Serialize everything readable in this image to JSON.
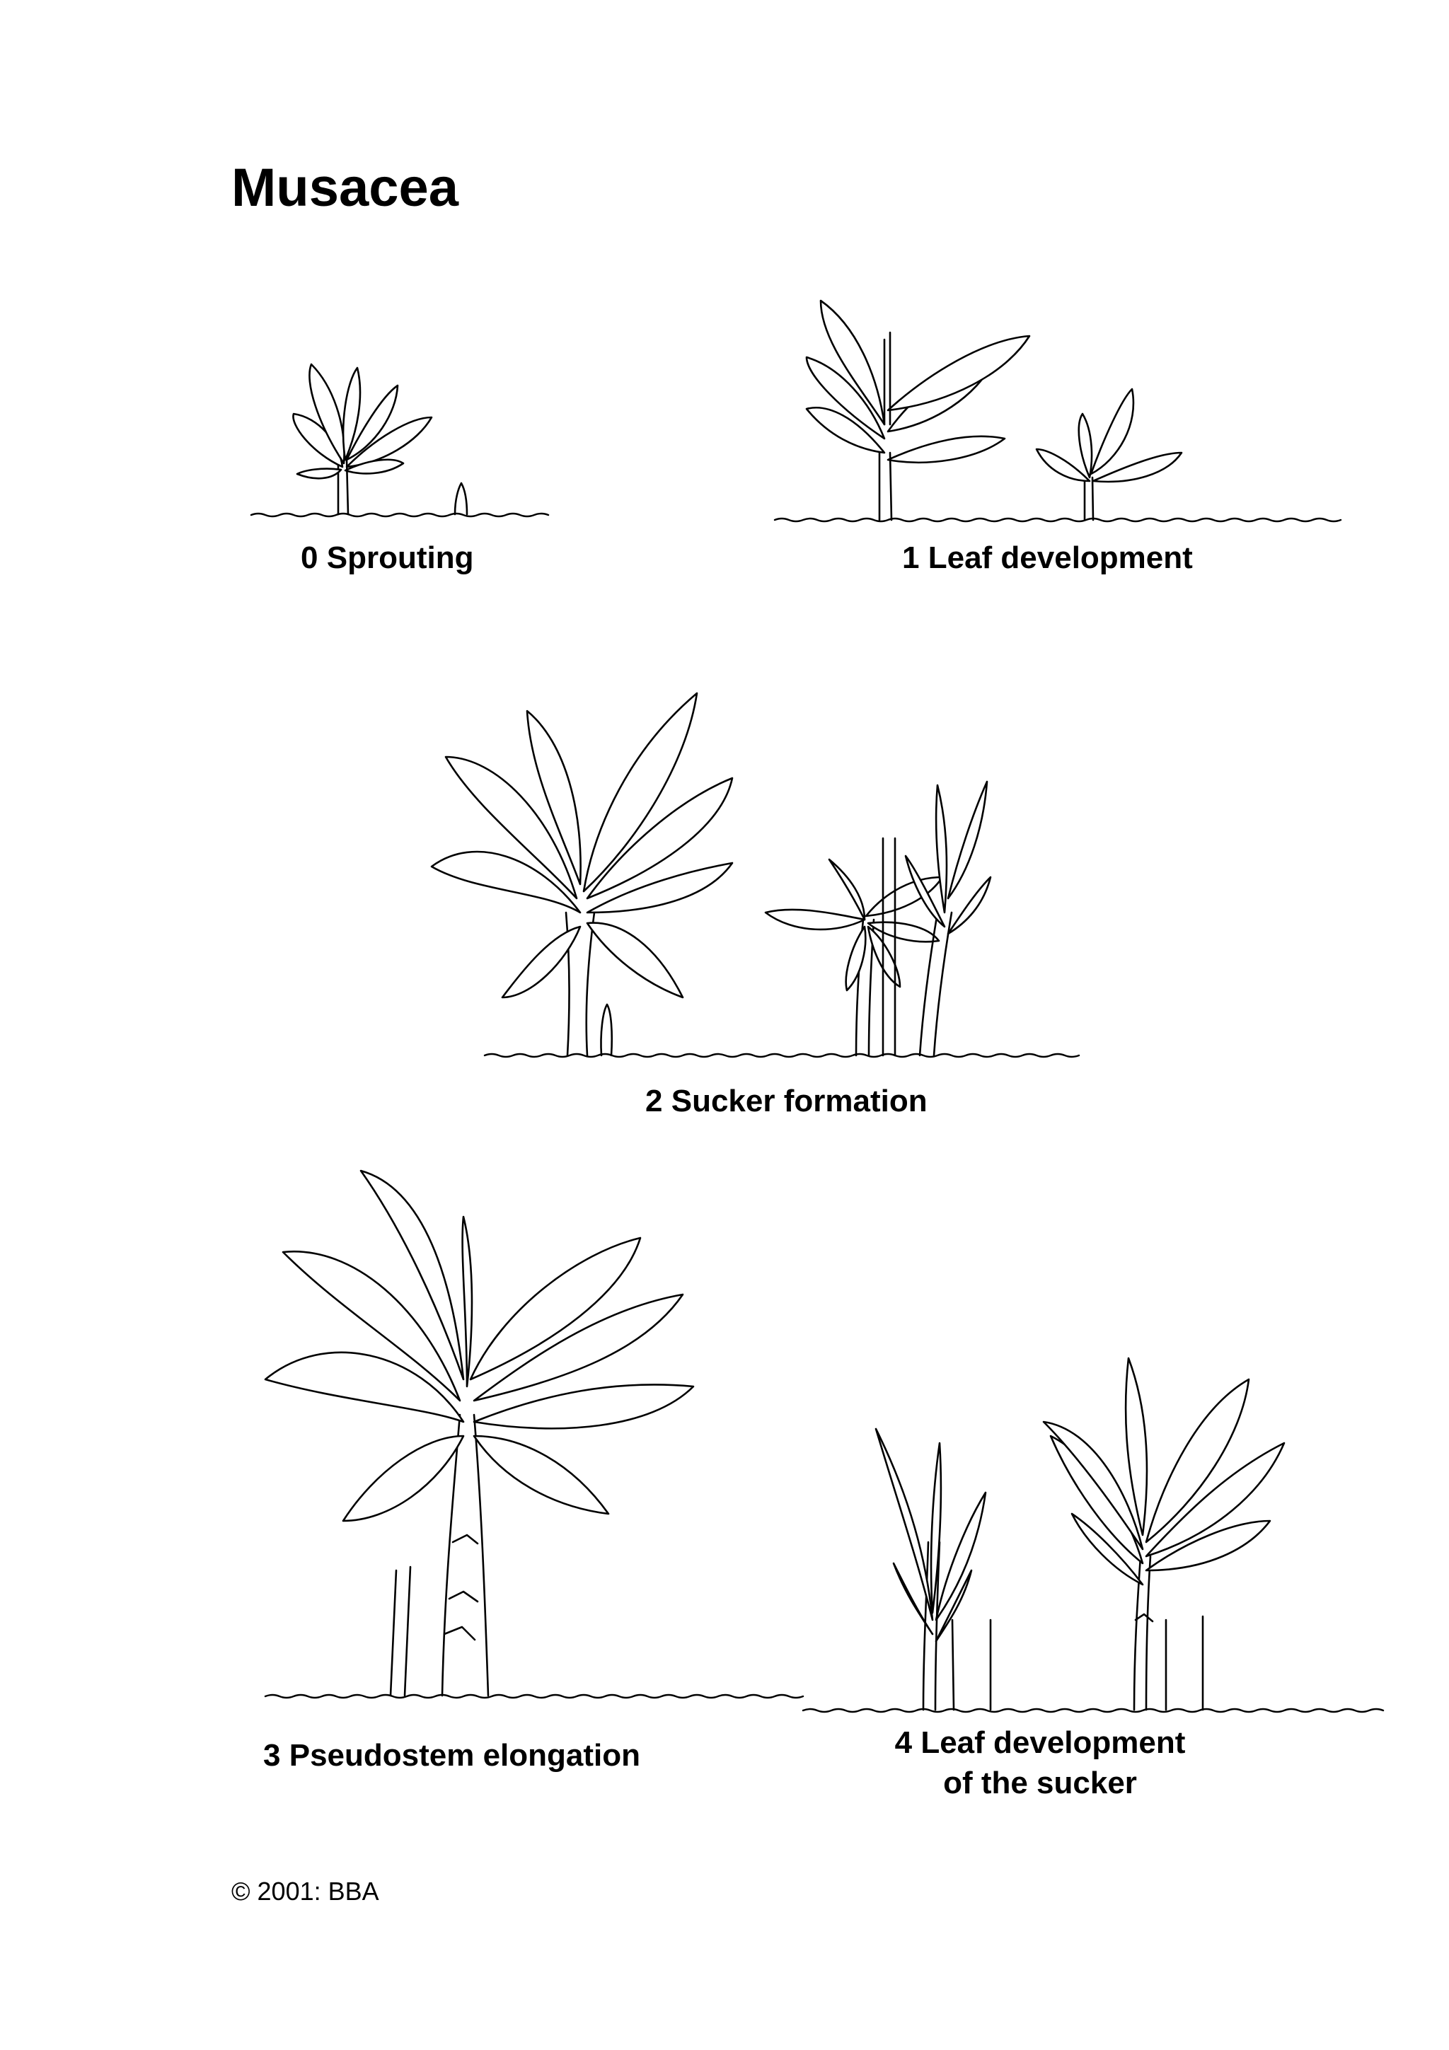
{
  "title": "Musacea",
  "stages": [
    {
      "code": "0",
      "label": "Sprouting"
    },
    {
      "code": "1",
      "label": "Leaf development"
    },
    {
      "code": "2",
      "label": "Sucker formation"
    },
    {
      "code": "3",
      "label": "Pseudostem elongation"
    },
    {
      "code": "4",
      "label": "Leaf development",
      "label_line2": "of the sucker"
    }
  ],
  "copyright": "© 2001: BBA"
}
